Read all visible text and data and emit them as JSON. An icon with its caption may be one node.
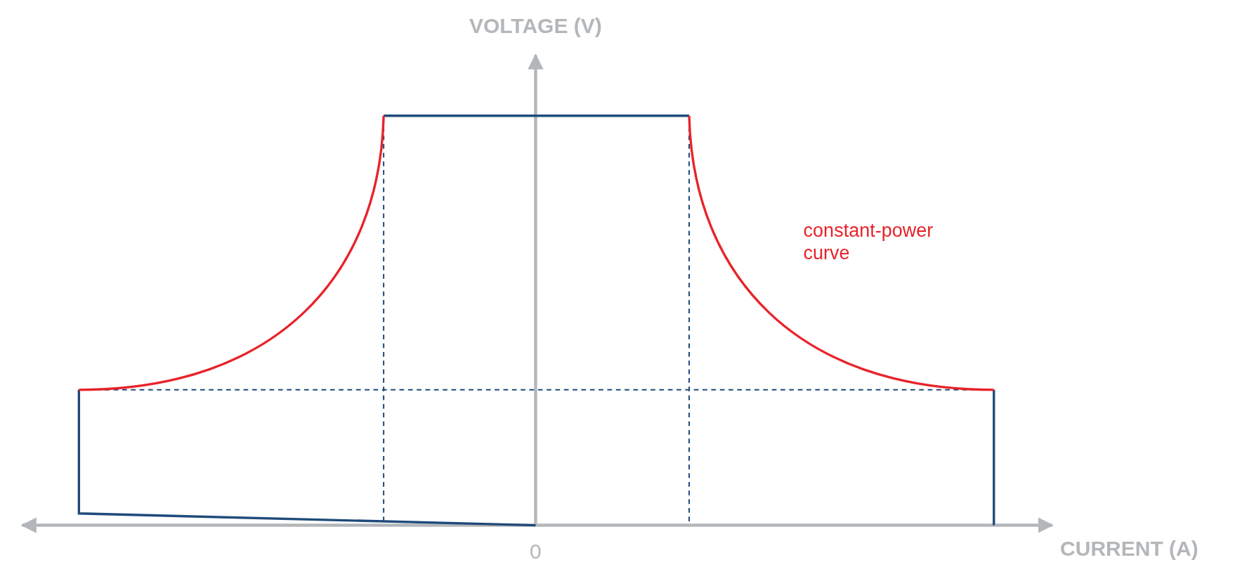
{
  "diagram": {
    "labels": [
      "VOLTAGE (V)",
      "constant-power curve",
      "0",
      "CURRENT (A)"
    ]
  }
}
